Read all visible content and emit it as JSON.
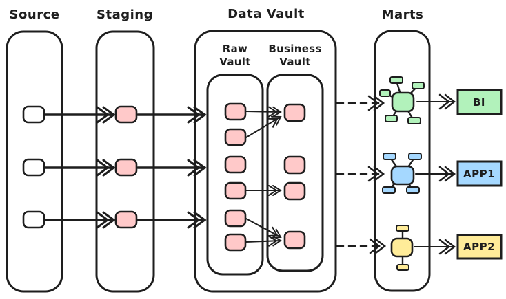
{
  "colors": {
    "stroke": "#1e1e1e",
    "white": "#ffffff",
    "pink": "#ffc9c9",
    "green": "#b2f2bb",
    "blue": "#a5d8ff",
    "yellow": "#ffec99"
  },
  "columns": {
    "source": {
      "label": "Source",
      "box_count": 3
    },
    "staging": {
      "label": "Staging",
      "box_count": 3
    },
    "data_vault": {
      "label": "Data Vault",
      "raw_vault": {
        "label_line1": "Raw",
        "label_line2": "Vault",
        "box_count": 6
      },
      "business_vault": {
        "label_line1": "Business",
        "label_line2": "Vault",
        "box_count": 4
      }
    },
    "marts": {
      "label": "Marts",
      "icons": [
        {
          "name": "star-schema-green-icon",
          "color": "#b2f2bb",
          "satellites": 5
        },
        {
          "name": "star-schema-blue-icon",
          "color": "#a5d8ff",
          "satellites": 4
        },
        {
          "name": "star-schema-yellow-icon",
          "color": "#ffec99",
          "satellites": 2
        }
      ]
    }
  },
  "outputs": [
    {
      "label": "BI",
      "color": "#b2f2bb"
    },
    {
      "label": "APP1",
      "color": "#a5d8ff"
    },
    {
      "label": "APP2",
      "color": "#ffec99"
    }
  ],
  "edges": {
    "source_to_staging": 3,
    "staging_to_data_vault": 3,
    "raw_to_business": [
      "raw1-biz1",
      "raw2-biz1",
      "raw4-biz3",
      "raw5-biz4",
      "raw6-biz4"
    ],
    "data_vault_to_marts": {
      "count": 3,
      "style": "dashed"
    },
    "marts_to_outputs": 3
  }
}
